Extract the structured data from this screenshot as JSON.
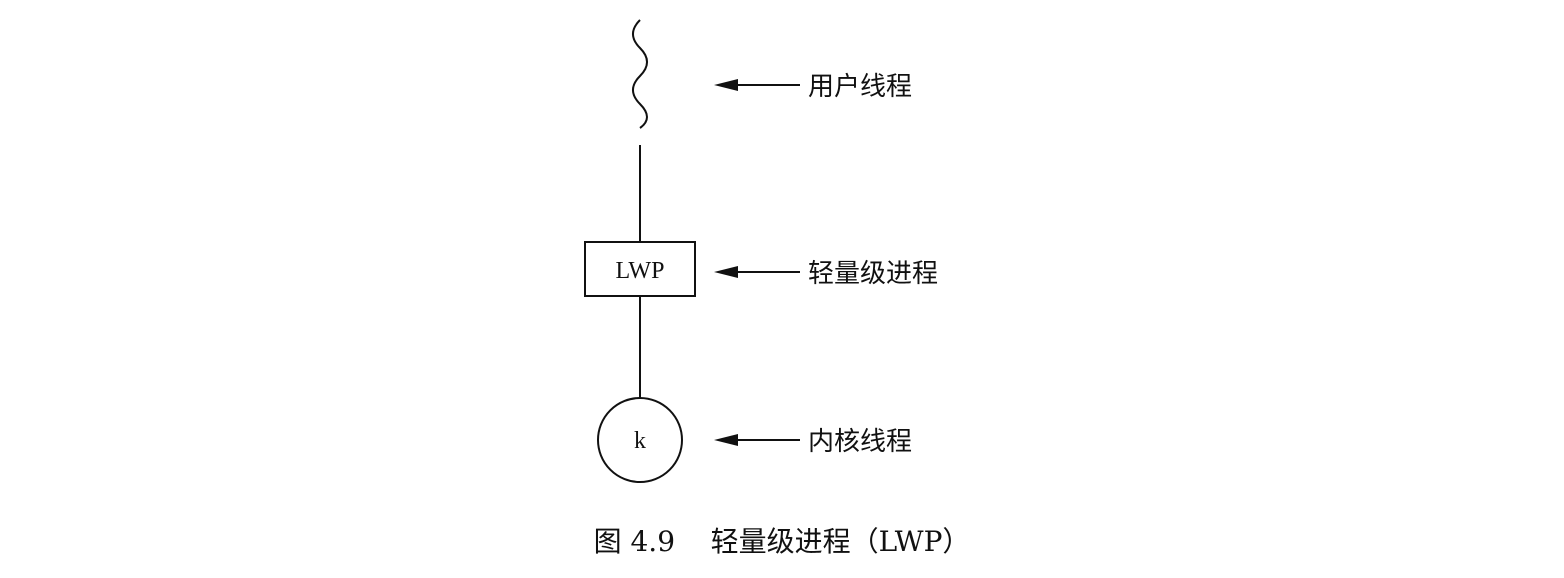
{
  "diagram": {
    "labels": {
      "user_thread": "用户线程",
      "lwp": "轻量级进程",
      "kernel_thread": "内核线程"
    },
    "nodes": {
      "lwp_box": "LWP",
      "kernel_circle": "k"
    },
    "caption": "图 4.9    轻量级进程（LWP）"
  }
}
